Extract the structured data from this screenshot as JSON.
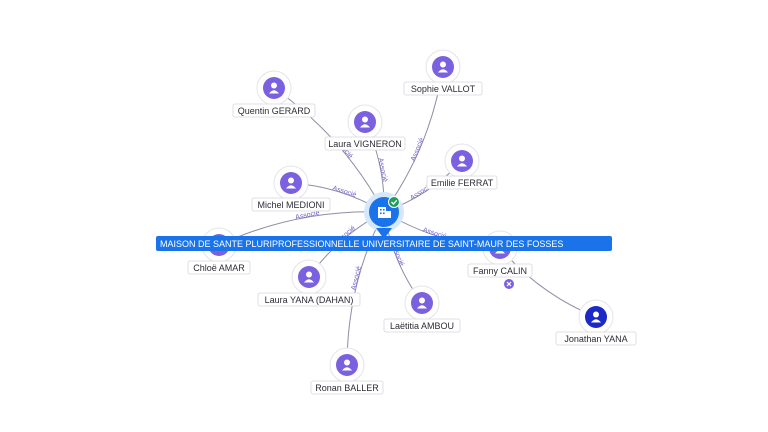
{
  "company": {
    "name": "MAISON DE SANTE PLURIPROFESSIONNELLE UNIVERSITAIRE DE SAINT-MAUR DES FOSSES",
    "icon": "building-icon",
    "status_icon": "check-badge-icon",
    "color": "#1a73e8"
  },
  "people": [
    {
      "name": "Quentin GERARD",
      "relation": "Associé"
    },
    {
      "name": "Sophie VALLOT",
      "relation": "Associé"
    },
    {
      "name": "Laura VIGNERON",
      "relation": "Associé"
    },
    {
      "name": "Emilie FERRAT",
      "relation": "Associé"
    },
    {
      "name": "Michel MEDIONI",
      "relation": "Associé"
    },
    {
      "name": "Chloë AMAR",
      "relation": "Associé"
    },
    {
      "name": "Fanny CALIN",
      "relation": "Associé"
    },
    {
      "name": "Laura YANA (DAHAN)",
      "relation": "Associé"
    },
    {
      "name": "Laëtitia AMBOU",
      "relation": "Associé"
    },
    {
      "name": "Ronan BALLER",
      "relation": "Associé"
    },
    {
      "name": "Jonathan YANA",
      "relation": ""
    }
  ],
  "colors": {
    "person": "#7b61e0",
    "person_highlight": "#1b2ac7",
    "edge": "#8a8fa3",
    "edge_label": "#6f5cc9"
  }
}
